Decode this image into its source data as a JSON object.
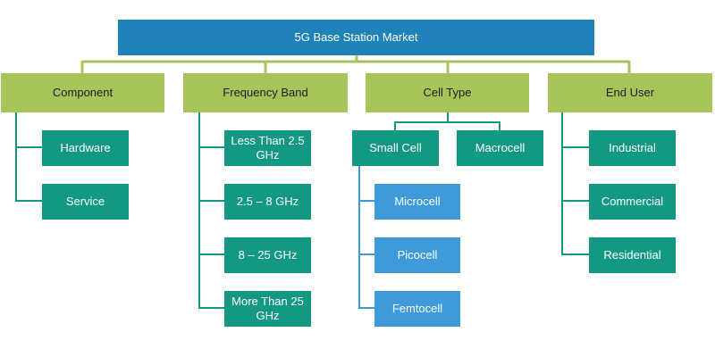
{
  "root": {
    "label": "5G Base Station Market"
  },
  "categories": [
    {
      "label": "Component",
      "items": [
        "Hardware",
        "Service"
      ]
    },
    {
      "label": "Frequency Band",
      "items": [
        "Less Than 2.5 GHz",
        "2.5 – 8 GHz",
        "8 – 25 GHz",
        "More Than 25 GHz"
      ]
    },
    {
      "label": "Cell Type",
      "items": [
        "Small Cell",
        "Macrocell"
      ],
      "small_cell_types": [
        "Microcell",
        "Picocell",
        "Femtocell"
      ]
    },
    {
      "label": "End User",
      "items": [
        "Industrial",
        "Commercial",
        "Residential"
      ]
    }
  ],
  "colors": {
    "root": "#1f82b8",
    "category": "#a6c45a",
    "leaf": "#139981",
    "sub_leaf": "#3e9ad9",
    "connector_green": "#a6c45a",
    "connector_teal": "#139981",
    "connector_blue": "#3e9ad9"
  }
}
